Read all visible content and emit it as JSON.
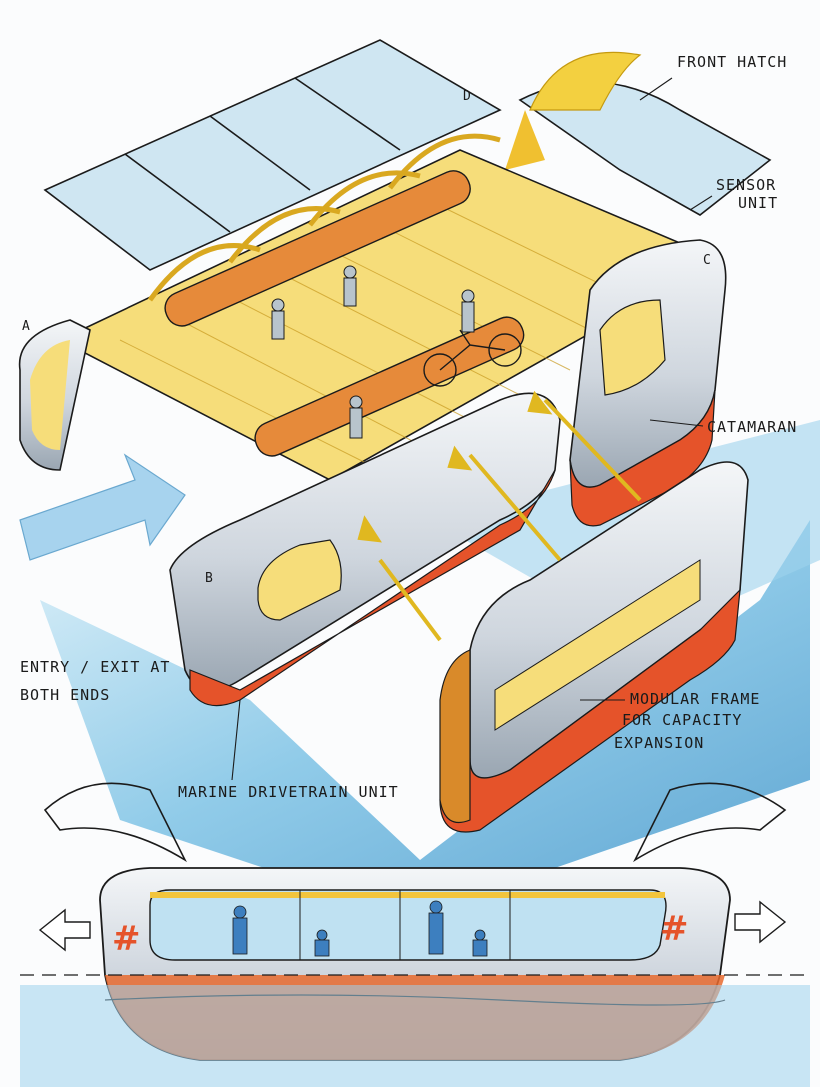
{
  "labels": {
    "front_hatch": "FRONT HATCH",
    "sensor_unit_line1": "SENSOR",
    "sensor_unit_line2": "UNIT",
    "catamaran": "CATAMARAN",
    "entry_exit_line1": "ENTRY / EXIT AT",
    "entry_exit_line2": "BOTH ENDS",
    "modular_frame_line1": "MODULAR FRAME",
    "modular_frame_line2": "FOR CAPACITY",
    "modular_frame_line3": "EXPANSION",
    "marine_drivetrain": "MARINE DRIVETRAIN UNIT"
  },
  "corner_tags": {
    "a": "A",
    "b": "B",
    "c": "C",
    "d": "D"
  },
  "hull_marks": {
    "left": "#",
    "right": "#"
  },
  "colors": {
    "frame_yellow": "#f2c53d",
    "hull_orange": "#e5532a",
    "water_blue": "#5eb0db",
    "glass_blue": "#bfe1f2",
    "shell_grey": "#d8dde3",
    "ink": "#1b1b1b"
  }
}
